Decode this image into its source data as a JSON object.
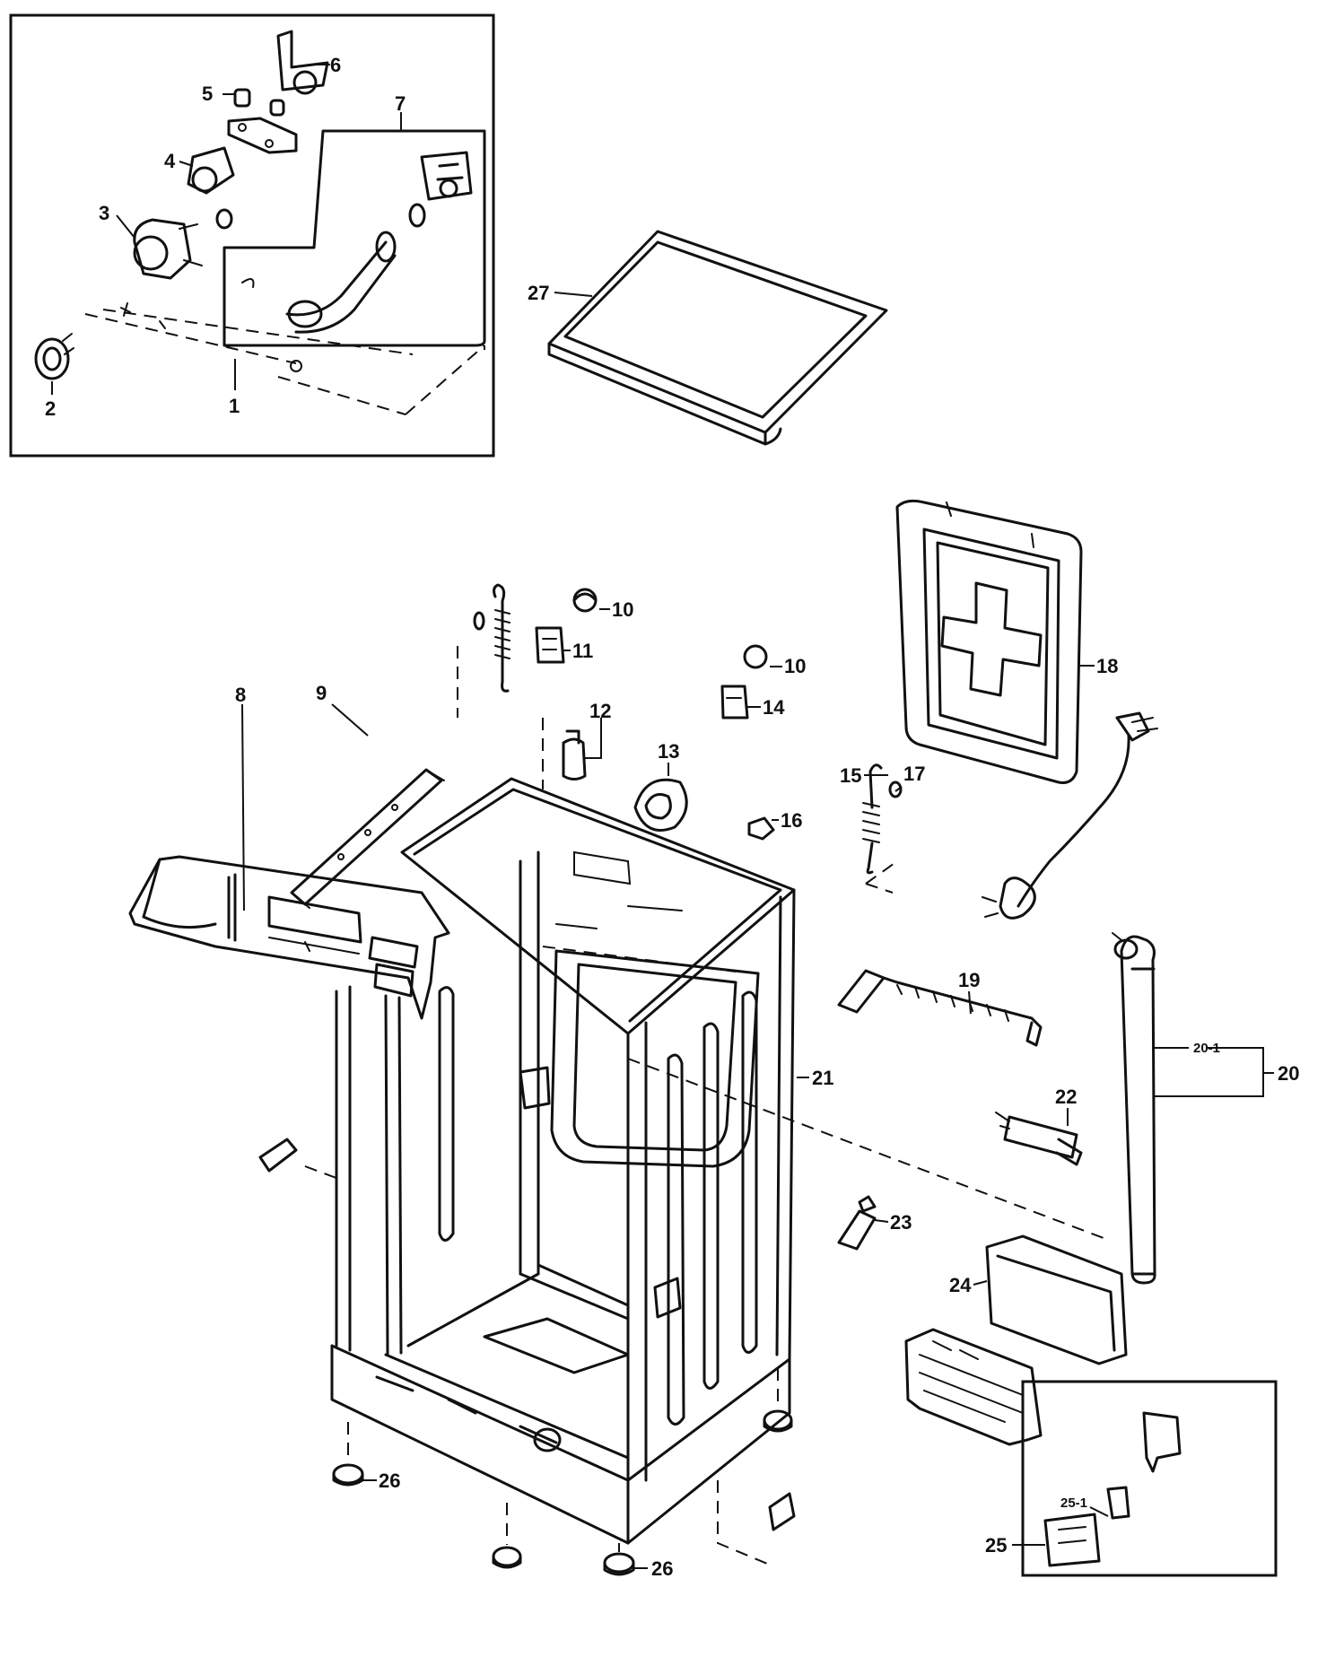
{
  "labels": {
    "p1": "1",
    "p2": "2",
    "p3": "3",
    "p4": "4",
    "p5": "5",
    "p6": "6",
    "p7": "7",
    "p8": "8",
    "p9": "9",
    "p10a": "10",
    "p10b": "10",
    "p11": "11",
    "p12": "12",
    "p13": "13",
    "p14": "14",
    "p15": "15",
    "p16": "16",
    "p17": "17",
    "p18": "18",
    "p19": "19",
    "p20": "20",
    "p20_1": "20-1",
    "p21": "21",
    "p22": "22",
    "p23": "23",
    "p24": "24",
    "p25": "25",
    "p25_1": "25-1",
    "p26a": "26",
    "p26b": "26",
    "p27": "27"
  }
}
